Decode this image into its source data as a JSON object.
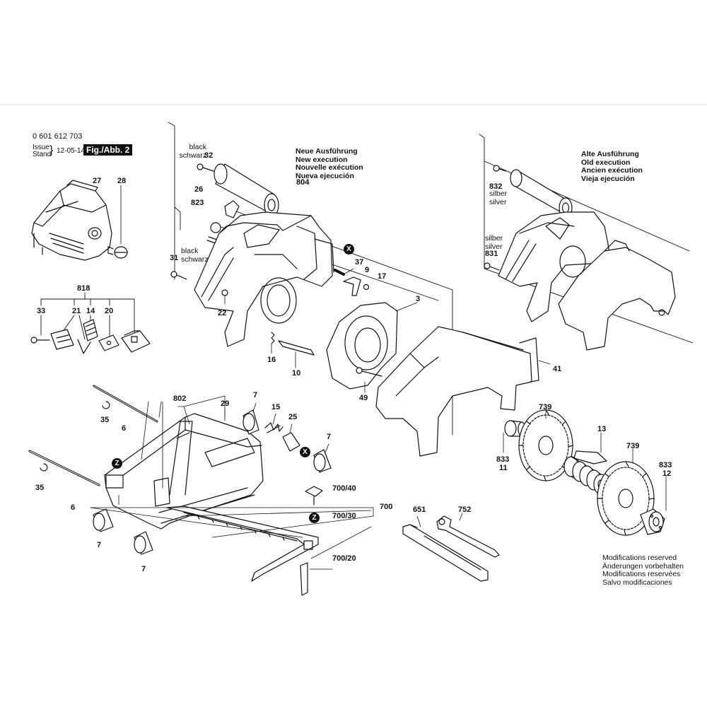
{
  "header": {
    "part_number": "0 601 612 703",
    "issue_label": "Issue",
    "stand_label": "Stand",
    "date": "12-05-14",
    "fig_label": "Fig./Abb. 2"
  },
  "notes": {
    "new_execution": [
      "Neue Ausführung",
      "New execution",
      "Nouvelle exécution",
      "Nueva ejecución"
    ],
    "old_execution": [
      "Alte Ausführung",
      "Old execution",
      "Ancien exécution",
      "Vieja ejecución"
    ],
    "modifications": [
      "Modifications reserved",
      "Änderungen vorbehalten",
      "Modifications reservées",
      "Salvo modificaciones"
    ]
  },
  "color_notes": {
    "black_de_32": [
      "black",
      "schwarz"
    ],
    "black_de_31": [
      "black",
      "schwarz"
    ],
    "silver_832": [
      "silber",
      "silver"
    ],
    "silver_831": [
      "silber",
      "silver"
    ]
  },
  "markers": {
    "x1": "X",
    "x2": "X",
    "z1": "Z",
    "z2": "Z"
  },
  "callouts": {
    "p27": "27",
    "p28": "28",
    "p818": "818",
    "p33": "33",
    "p21": "21",
    "p14": "14",
    "p20": "20",
    "p32": "32",
    "p26": "26",
    "p823": "823",
    "p31": "31",
    "p22": "22",
    "p804": "804",
    "p37": "37",
    "p9": "9",
    "p17": "17",
    "p3": "3",
    "p16": "16",
    "p10": "10",
    "p49": "49",
    "p41": "41",
    "p832": "832",
    "p831": "831",
    "p802": "802",
    "p29": "29",
    "p7a": "7",
    "p15": "15",
    "p25": "25",
    "p7b": "7",
    "p35a": "35",
    "p6a": "6",
    "p35b": "35",
    "p6b": "6",
    "p7c": "7",
    "p7d": "7",
    "p70040": "700/40",
    "p70030": "700/30",
    "p700": "700",
    "p70020": "700/20",
    "p651": "651",
    "p752": "752",
    "p739a": "739",
    "p13": "13",
    "p833a": "833",
    "p11": "11",
    "p739b": "739",
    "p833b": "833",
    "p12": "12"
  }
}
